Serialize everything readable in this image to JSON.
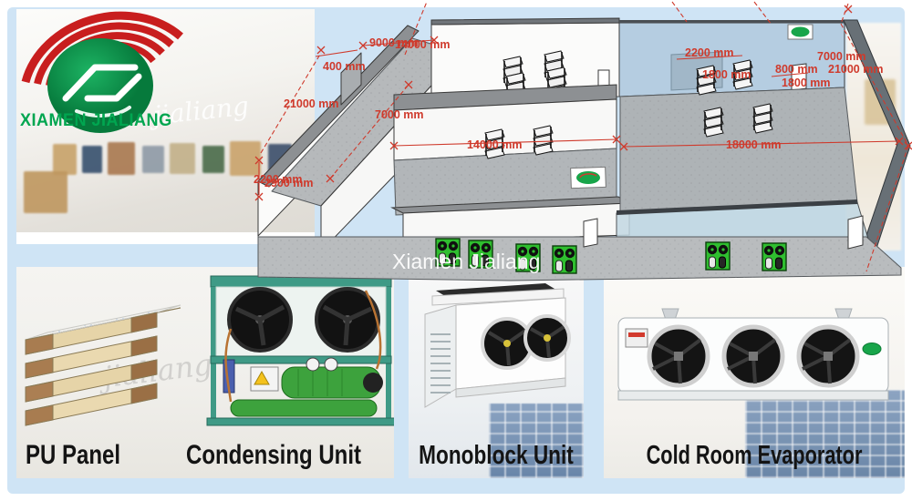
{
  "brand": {
    "logo_text": "XIAMEN JIALIANG",
    "center_watermark": "Xiamen Jialiang",
    "script_watermark": "jialiang"
  },
  "plan": {
    "description": "3D cold room layout drawing with red dimension lines",
    "dims": [
      "9000 mm",
      "14000 mm",
      "400 mm",
      "21000 mm",
      "7000 mm",
      "14000 mm",
      "2200 mm",
      "2900 mm",
      "2200 mm",
      "1800 mm",
      "800 mm",
      "7000 mm",
      "21000 mm",
      "1800 mm",
      "18000 mm"
    ]
  },
  "products": [
    {
      "label": "PU Panel"
    },
    {
      "label": "Condensing Unit"
    },
    {
      "label": "Monoblock Unit"
    },
    {
      "label": "Cold Room Evaporator"
    }
  ],
  "colors": {
    "frame_blue": "#cfe4f5",
    "dimension_red": "#cf3a2c",
    "brand_green": "#00a650",
    "logo_red": "#c81e1e",
    "plan_wall_blue": "#b5cde1",
    "condenser_green": "#2fbe2f",
    "label_black": "#141414"
  }
}
